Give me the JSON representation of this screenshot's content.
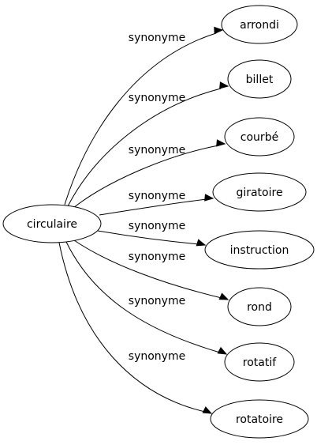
{
  "diagram": {
    "source": "circulaire",
    "edge_label": "synonyme",
    "targets": [
      "arrondi",
      "billet",
      "courbé",
      "giratoire",
      "instruction",
      "rond",
      "rotatif",
      "rotatoire"
    ]
  }
}
